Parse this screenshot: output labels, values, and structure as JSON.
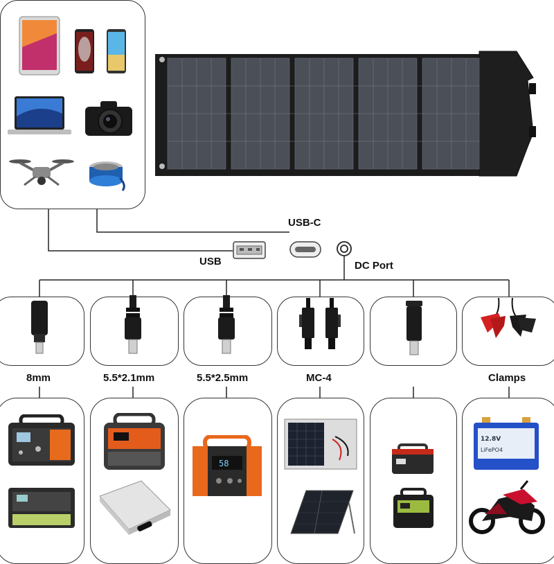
{
  "ports": {
    "usb_c": "USB-C",
    "usb": "USB",
    "dc_port": "DC Port"
  },
  "connectors": [
    {
      "label": "8mm"
    },
    {
      "label": "5.5*2.1mm"
    },
    {
      "label": "5.5*2.5mm"
    },
    {
      "label": "MC-4"
    },
    {
      "label": ""
    },
    {
      "label": "Clamps"
    }
  ],
  "battery_label": {
    "brand": "LiFePO4",
    "voltage": "12.8V"
  },
  "power_station_display": "58"
}
